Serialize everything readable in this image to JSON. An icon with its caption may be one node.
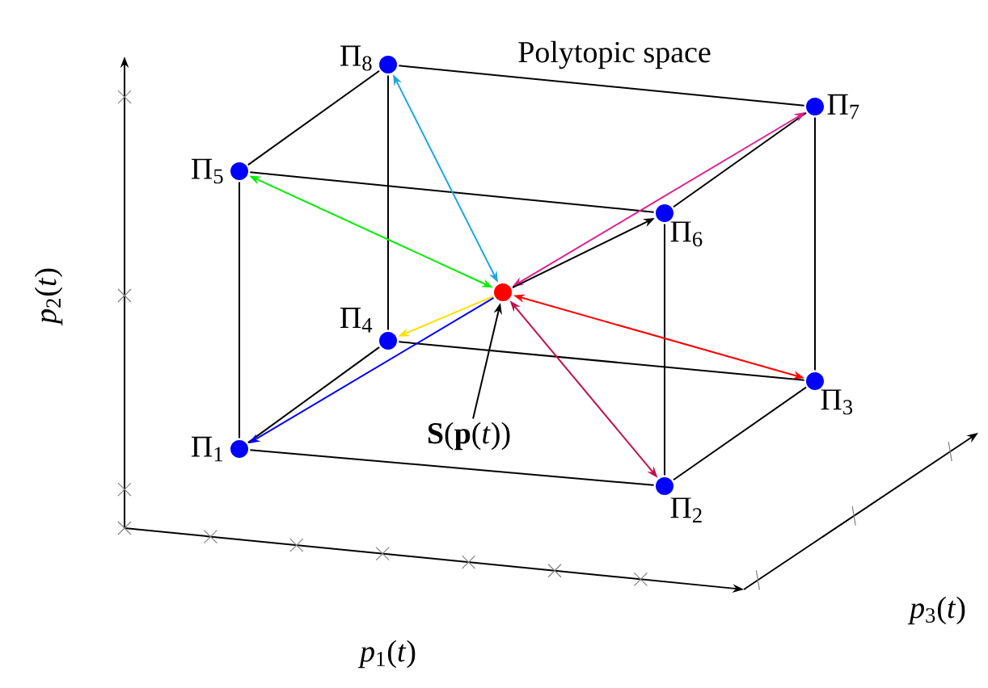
{
  "diagram": {
    "nodes": [
      {
        "text": [],
        "shape": "circle",
        "beside": [
          "Π$_{1}$"
        ]
      },
      {
        "text": [],
        "shape": "circle",
        "beside": [
          "Π$_{2}$"
        ]
      },
      {
        "text": [],
        "shape": "circle",
        "beside": [
          "Π$_{3}$"
        ]
      },
      {
        "text": [],
        "shape": "circle",
        "beside": [
          "Π$_{4}$"
        ]
      },
      {
        "text": [],
        "shape": "circle",
        "beside": [
          "Π$_{5}$"
        ]
      },
      {
        "text": [],
        "shape": "circle",
        "beside": [
          "Π$_{6}$"
        ]
      },
      {
        "text": [],
        "shape": "circle",
        "beside": [
          "Π$_{7}$"
        ]
      },
      {
        "text": [],
        "shape": "circle",
        "beside": [
          "Π$_{8}$"
        ]
      },
      {
        "text": [],
        "shape": "circle"
      },
      {
        "text": [
          "**S**(**p**(*t*))"
        ]
      }
    ],
    "edges": [
      {
        "from": 0,
        "to": 1,
        "arrow": "none"
      },
      {
        "from": 1,
        "to": 2,
        "arrow": "none"
      },
      {
        "from": 2,
        "to": 3,
        "arrow": "none"
      },
      {
        "from": 3,
        "to": 0,
        "arrow": "none"
      },
      {
        "from": 4,
        "to": 5,
        "arrow": "none"
      },
      {
        "from": 5,
        "to": 6,
        "arrow": "none"
      },
      {
        "from": 6,
        "to": 7,
        "arrow": "none"
      },
      {
        "from": 7,
        "to": 4,
        "arrow": "none"
      },
      {
        "from": 0,
        "to": 4,
        "arrow": "none"
      },
      {
        "from": 1,
        "to": 5,
        "arrow": "none"
      },
      {
        "from": 2,
        "to": 6,
        "arrow": "none"
      },
      {
        "from": 3,
        "to": 7,
        "arrow": "none"
      },
      {
        "from": 8,
        "to": 7,
        "arrow": "both",
        "color": "#1ea7e0"
      },
      {
        "from": 8,
        "to": 4,
        "arrow": "both",
        "color": "#00ee00"
      },
      {
        "from": 8,
        "to": 6,
        "arrow": "both",
        "color": "#e0208f"
      },
      {
        "from": 8,
        "to": 5,
        "arrow": "to"
      },
      {
        "from": 8,
        "to": 3,
        "arrow": "to",
        "color": "#ffe000"
      },
      {
        "from": 8,
        "to": 0,
        "arrow": "to",
        "color": "#0000ff"
      },
      {
        "from": 8,
        "to": 2,
        "arrow": "both",
        "color": "#ff0000"
      },
      {
        "from": 8,
        "to": 1,
        "arrow": "both",
        "color": "#c0104a"
      },
      {
        "from": 9,
        "to": 8,
        "arrow": "to"
      }
    ],
    "labels": [
      "Polytopic space",
      "*p*$_{2}$(*t*)",
      "*p*$_{1}$(*t*)",
      "*p*$_{3}$(*t*)"
    ]
  }
}
